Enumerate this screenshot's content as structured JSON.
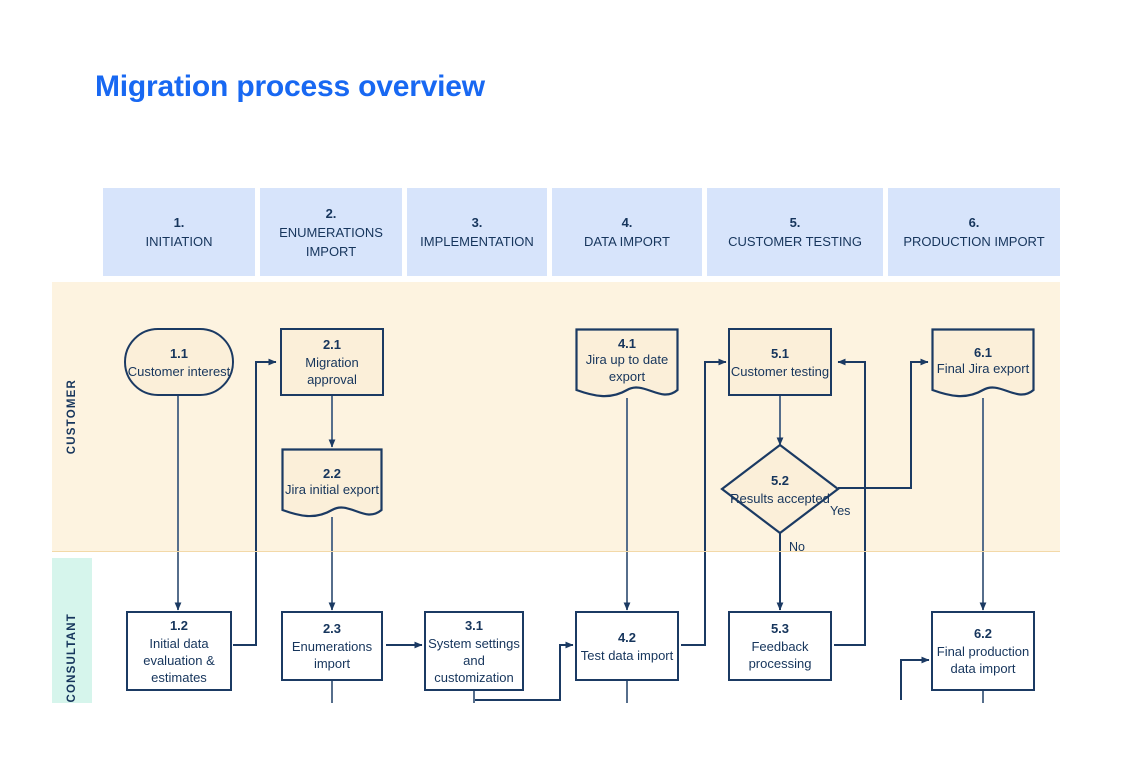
{
  "page": {
    "title": "Migration process overview",
    "accent_color": "#1868f2",
    "node_fill": "#fbefd9",
    "node_stroke": "#1b3a63",
    "stage_fill": "#d7e4fb",
    "text_color": "#16355c"
  },
  "stages": [
    {
      "number": "1.",
      "name": "INITIATION"
    },
    {
      "number": "2.",
      "name": "ENUMERATIONS IMPORT"
    },
    {
      "number": "3.",
      "name": "IMPLEMENTATION"
    },
    {
      "number": "4.",
      "name": "DATA IMPORT"
    },
    {
      "number": "5.",
      "name": "CUSTOMER TESTING"
    },
    {
      "number": "6.",
      "name": "PRODUCTION IMPORT"
    }
  ],
  "lanes": [
    {
      "label": "CUSTOMER",
      "color": "#fdf3e0"
    },
    {
      "label": "CONSULTANT",
      "color": "#d6f5ec"
    }
  ],
  "nodes": [
    {
      "id": "1.1",
      "text": "Customer interest",
      "shape": "round"
    },
    {
      "id": "2.1",
      "text": "Migration approval",
      "shape": "rect"
    },
    {
      "id": "2.2",
      "text": "Jira initial export",
      "shape": "doc"
    },
    {
      "id": "4.1",
      "text": "Jira up to date export",
      "shape": "doc"
    },
    {
      "id": "5.1",
      "text": "Customer testing",
      "shape": "rect"
    },
    {
      "id": "5.2",
      "text": "Results accepted",
      "shape": "diamond"
    },
    {
      "id": "6.1",
      "text": "Final Jira export",
      "shape": "doc"
    },
    {
      "id": "1.2",
      "text": "Initial data evaluation & estimates",
      "shape": "rect"
    },
    {
      "id": "2.3",
      "text": "Enumerations import",
      "shape": "rect"
    },
    {
      "id": "3.1",
      "text": "System settings and customization",
      "shape": "rect"
    },
    {
      "id": "4.2",
      "text": "Test data import",
      "shape": "rect"
    },
    {
      "id": "5.3",
      "text": "Feedback processing",
      "shape": "rect"
    },
    {
      "id": "6.2",
      "text": "Final production data import",
      "shape": "rect"
    }
  ],
  "edge_labels": {
    "yes": "Yes",
    "no": "No"
  }
}
